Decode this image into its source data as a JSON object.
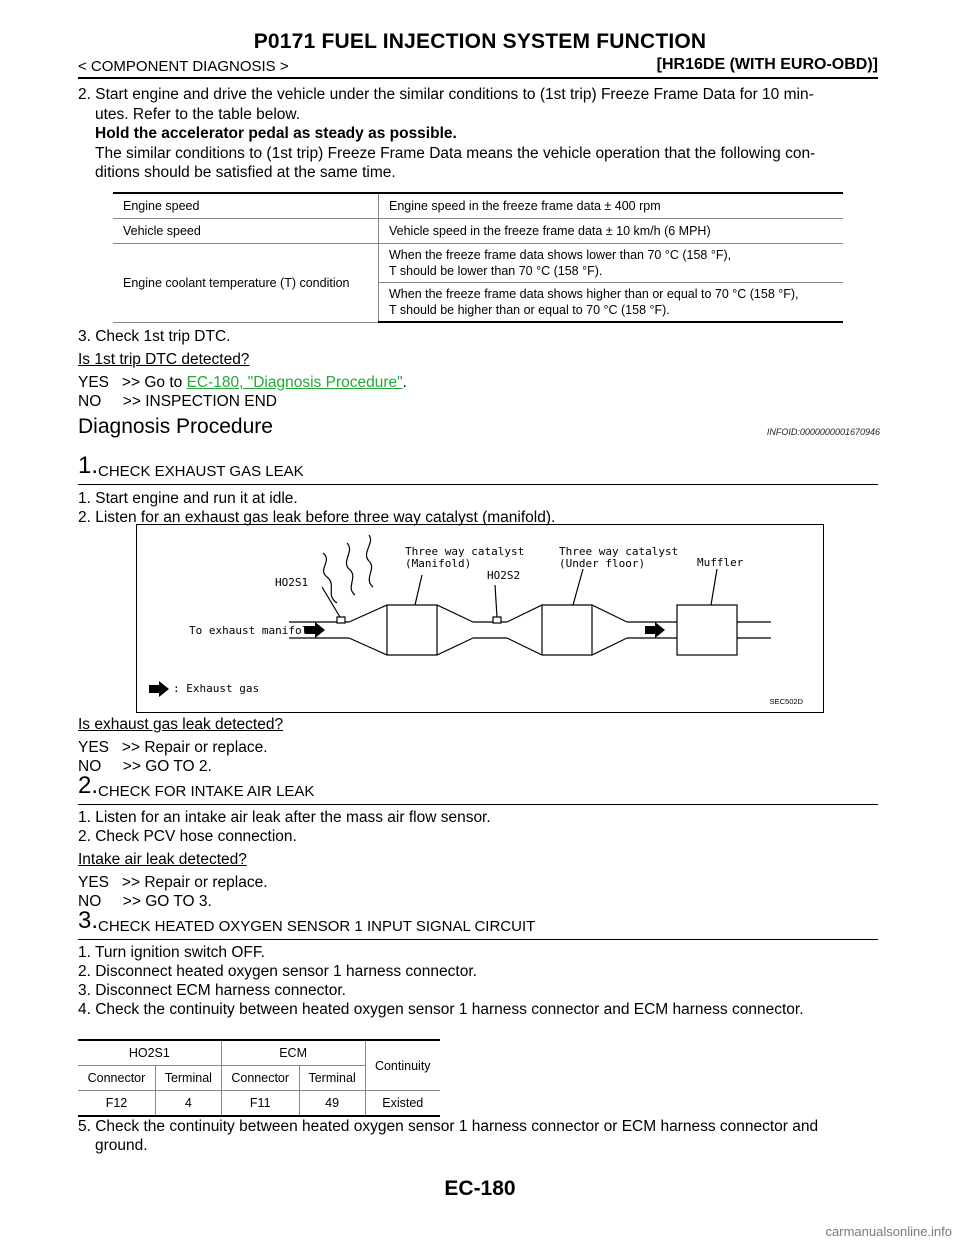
{
  "header": {
    "title": "P0171 FUEL INJECTION SYSTEM FUNCTION",
    "section": "< COMPONENT DIAGNOSIS >",
    "model": "[HR16DE (WITH EURO-OBD)]"
  },
  "intro_steps": {
    "step2_line1": "2.  Start engine and drive the vehicle under the similar conditions to (1st trip) Freeze Frame Data for 10 min-",
    "step2_line2": "utes. Refer to the table below.",
    "step2_bold": "Hold the accelerator pedal as steady as possible.",
    "step2_line4": "The similar conditions to (1st trip) Freeze Frame Data means the vehicle operation that the following con-",
    "step2_line5": "ditions should be satisfied at the same time.",
    "step3": "3.  Check 1st trip DTC.",
    "question": "Is 1st trip DTC detected?",
    "yes_prefix": "YES   >> Go to ",
    "yes_link": "EC-180, \"Diagnosis Procedure\"",
    "yes_suffix": ".",
    "no": "NO     >> INSPECTION END"
  },
  "freeze_table": {
    "r1_label": "Engine speed",
    "r1_value": "Engine speed in the freeze frame data ± 400 rpm",
    "r2_label": "Vehicle speed",
    "r2_value": "Vehicle speed in the freeze frame data ± 10 km/h (6 MPH)",
    "r3_label": "Engine coolant temperature (T) condition",
    "r3_value_a1": "When the freeze frame data shows lower than 70 °C (158 °F),",
    "r3_value_a2": "T should be lower than 70 °C (158 °F).",
    "r3_value_b1": "When the freeze frame data shows higher than or equal to 70 °C (158 °F),",
    "r3_value_b2": "T should be higher than or equal to 70 °C (158 °F)."
  },
  "diagnosis": {
    "heading": "Diagnosis Procedure",
    "infoid": "INFOID:0000000001670946"
  },
  "step_one": {
    "num": "1.",
    "title": "CHECK EXHAUST GAS LEAK",
    "line1": "1.  Start engine and run it at idle.",
    "line2": "2.  Listen for an exhaust gas leak before three way catalyst (manifold).",
    "question": "Is exhaust gas leak detected?",
    "yes": "YES   >> Repair or replace.",
    "no": "NO     >> GO TO 2."
  },
  "diagram": {
    "label_twc_manifold_1": "Three way catalyst",
    "label_twc_manifold_2": "(Manifold)",
    "label_twc_floor_1": "Three way catalyst",
    "label_twc_floor_2": "(Under floor)",
    "label_muffler": "Muffler",
    "label_ho2s1": "HO2S1",
    "label_ho2s2": "HO2S2",
    "label_to_manifold": "To exhaust manifold",
    "legend": ": Exhaust gas",
    "code": "SEC502D"
  },
  "step_two": {
    "num": "2.",
    "title": "CHECK FOR INTAKE AIR LEAK",
    "line1": "1.  Listen for an intake air leak after the mass air flow sensor.",
    "line2": "2.  Check PCV hose connection.",
    "question": "Intake air leak detected?",
    "yes": "YES   >> Repair or replace.",
    "no": "NO     >> GO TO 3."
  },
  "step_three": {
    "num": "3.",
    "title": "CHECK HEATED OXYGEN SENSOR 1 INPUT SIGNAL CIRCUIT",
    "line1": "1.  Turn ignition switch OFF.",
    "line2": "2.  Disconnect heated oxygen sensor 1 harness connector.",
    "line3": "3.  Disconnect ECM harness connector.",
    "line4": "4.  Check the continuity between heated oxygen sensor 1 harness connector and ECM harness connector.",
    "line5a": "5.  Check the continuity between heated oxygen sensor 1 harness connector or ECM harness connector and",
    "line5b": "ground."
  },
  "conn_table": {
    "h_ho2s1": "HO2S1",
    "h_ecm": "ECM",
    "h_continuity": "Continuity",
    "h_connector": "Connector",
    "h_terminal": "Terminal",
    "v_conn1": "F12",
    "v_term1": "4",
    "v_conn2": "F11",
    "v_term2": "49",
    "v_cont": "Existed"
  },
  "footer": {
    "page": "EC-180",
    "watermark": "carmanualsonline.info"
  }
}
